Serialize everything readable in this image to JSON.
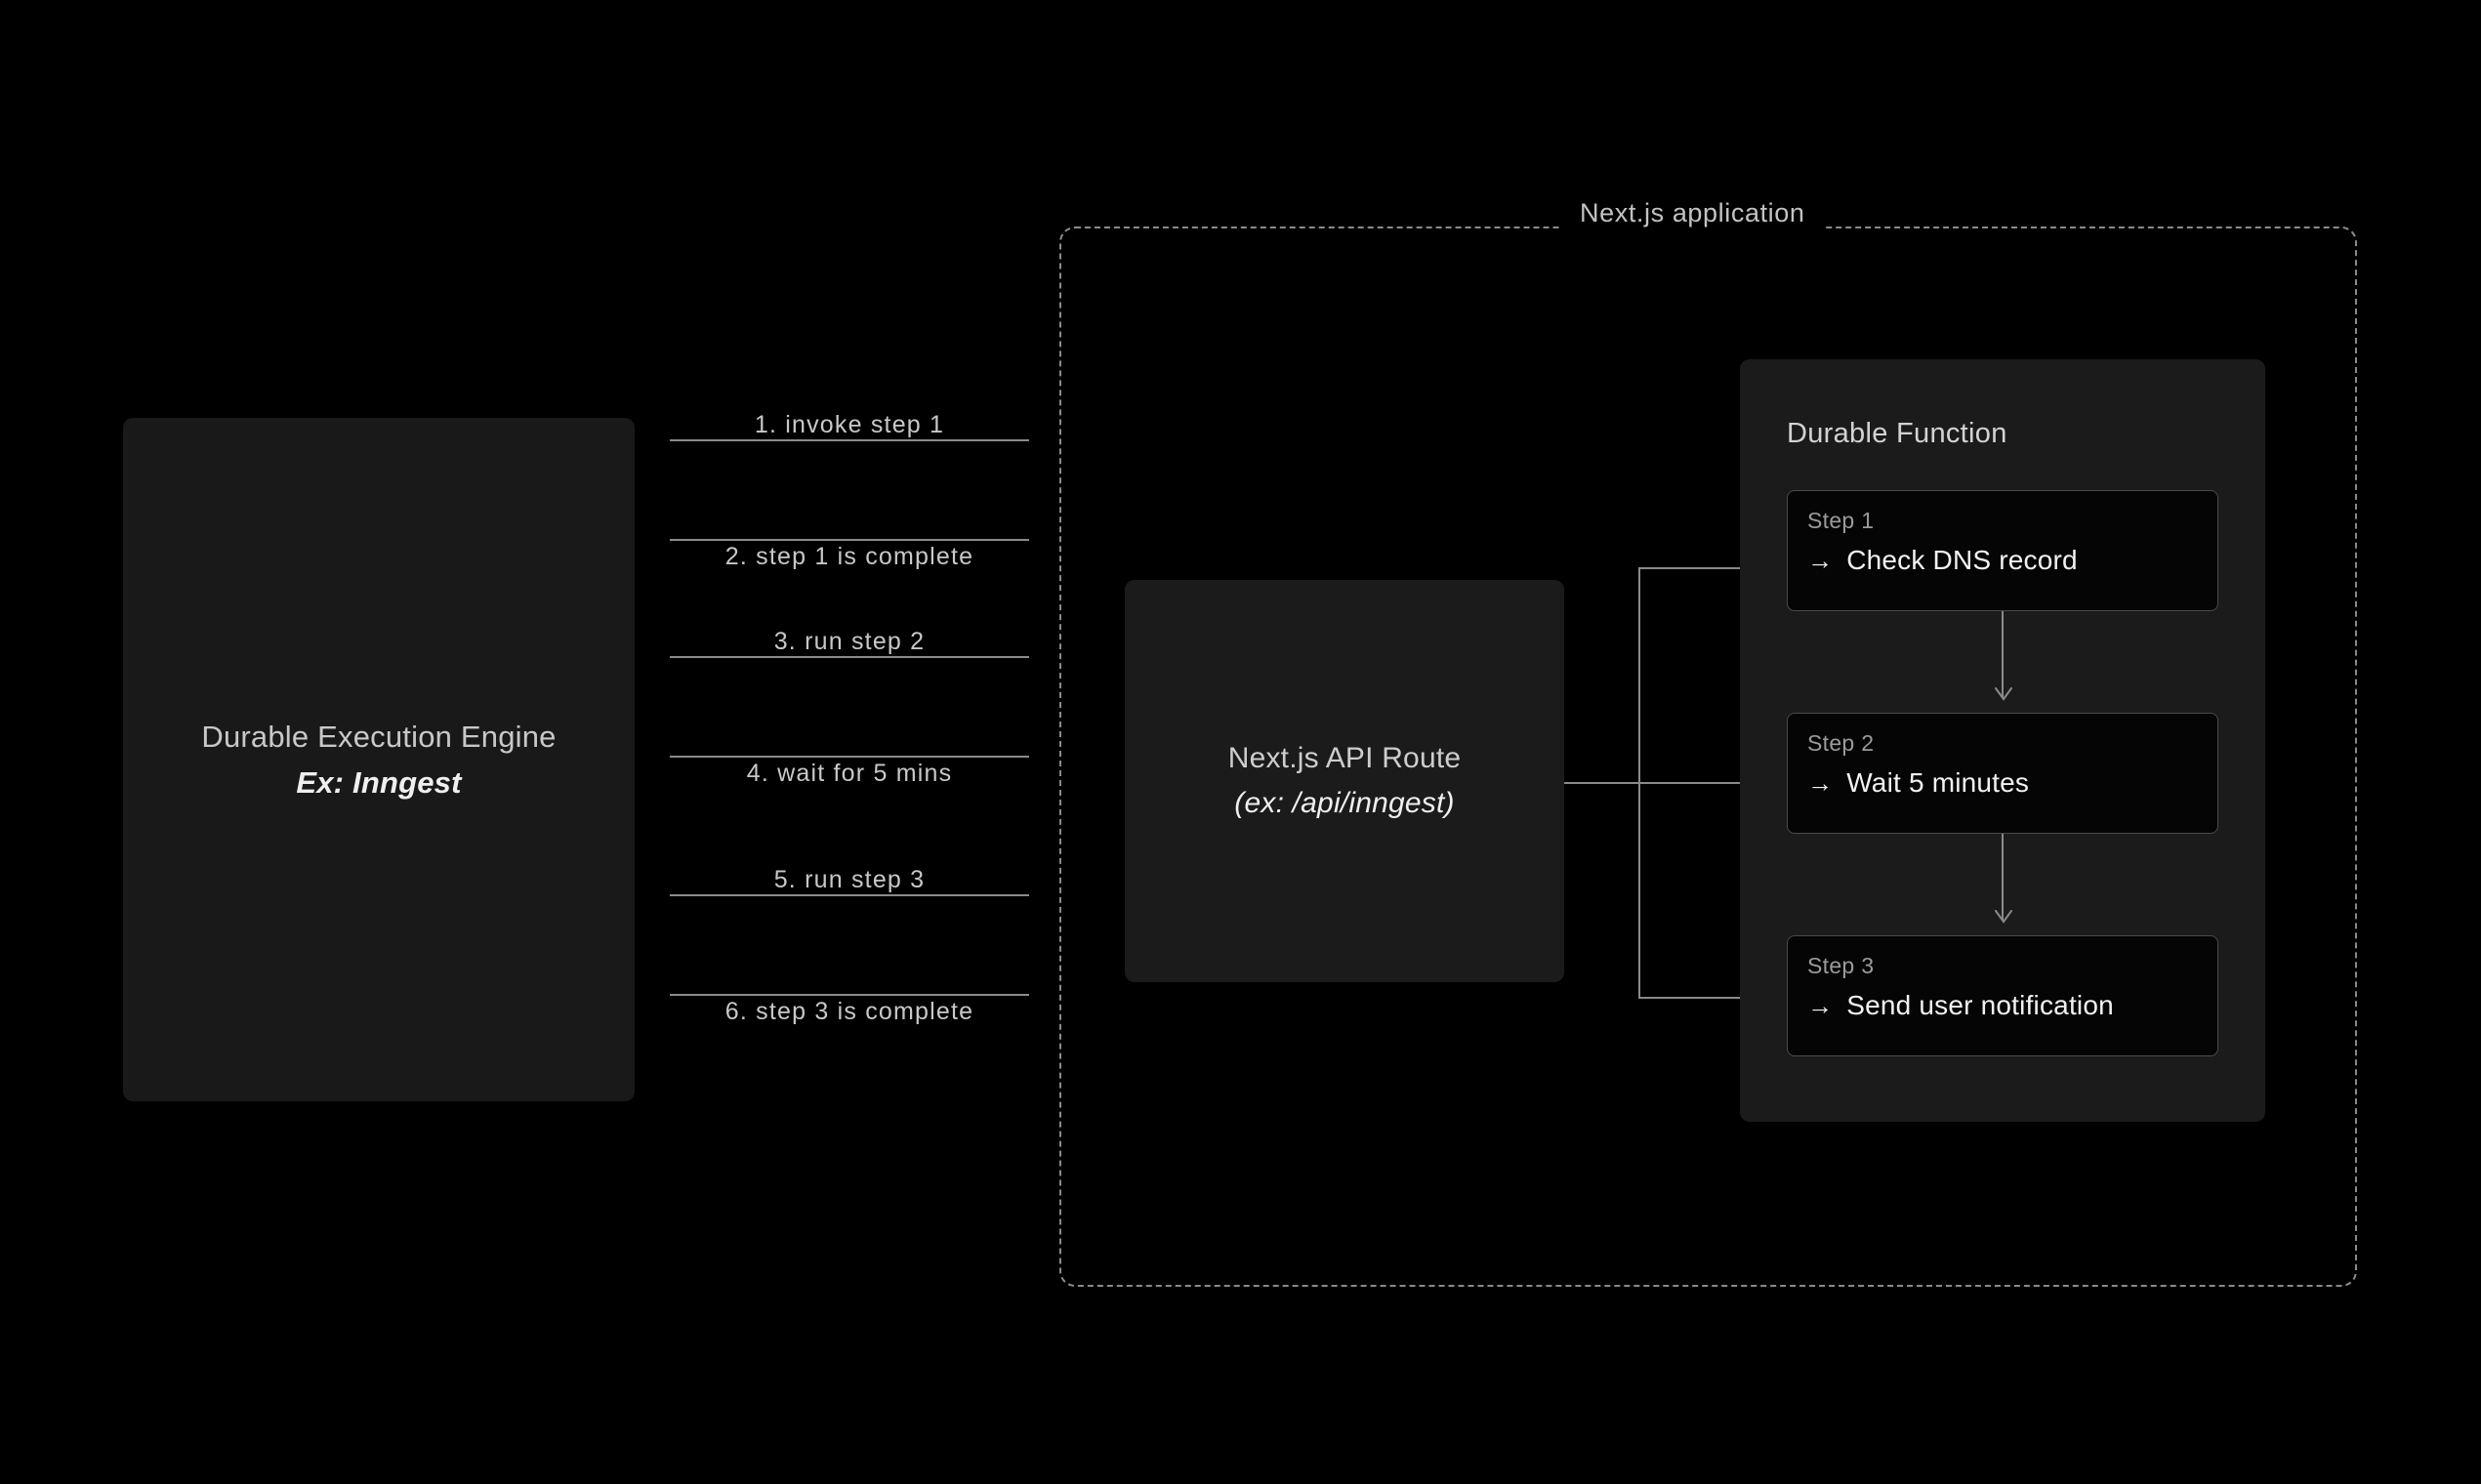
{
  "diagram": {
    "engine": {
      "title": "Durable Execution Engine",
      "subtitle": "Ex: Inngest"
    },
    "messages": [
      {
        "label": "1.  invoke step 1",
        "direction": "right",
        "position": "above"
      },
      {
        "label": "2.  step 1 is complete",
        "direction": "left",
        "position": "below"
      },
      {
        "label": "3.  run step 2",
        "direction": "right",
        "position": "above"
      },
      {
        "label": "4.  wait for 5 mins",
        "direction": "left",
        "position": "below"
      },
      {
        "label": "5.  run step 3",
        "direction": "right",
        "position": "above"
      },
      {
        "label": "6.  step 3 is complete",
        "direction": "left",
        "position": "below"
      }
    ],
    "application": {
      "label": "Next.js application"
    },
    "api_route": {
      "title": "Next.js API Route",
      "path": "(ex: /api/inngest)"
    },
    "durable_function": {
      "title": "Durable Function",
      "steps": [
        {
          "label": "Step 1",
          "arrow": "→",
          "action": "Check DNS record"
        },
        {
          "label": "Step 2",
          "arrow": "→",
          "action": "Wait 5 minutes"
        },
        {
          "label": "Step 3",
          "arrow": "→",
          "action": "Send user notification"
        }
      ]
    },
    "colors": {
      "background": "#000000",
      "panel": "#1b1b1b",
      "engine_panel": "#191919",
      "card": "#050505",
      "line": "#8a8a8a",
      "text_primary": "#f2f2f2",
      "text_secondary": "#c8c8c8",
      "text_muted": "#9b9b9b"
    }
  }
}
